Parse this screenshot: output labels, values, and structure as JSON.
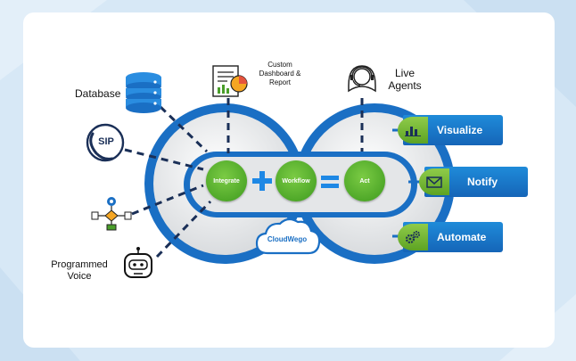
{
  "diagram": {
    "inputs": {
      "database": "Database",
      "dashboard": "Custom\nDashboard &\nReport",
      "sip": "SIP",
      "programmed_voice": "Programmed\nVoice",
      "live_agents": "Live\nAgents"
    },
    "process": {
      "integrate": "Integrate",
      "plus": "+",
      "workflow": "Workflow",
      "equals": "=",
      "act": "Act"
    },
    "brand": "CloudWego",
    "outputs": {
      "visualize": "Visualize",
      "notify": "Notify",
      "automate": "Automate"
    }
  },
  "colors": {
    "background": "#d7e8f6",
    "ring_blue": "#1a6fc4",
    "dash_navy": "#1a2f57",
    "node_green": "#4aa52a",
    "tab_blue": "#1a73c8",
    "tab_green": "#7cc242"
  },
  "icons": [
    "database-icon",
    "dashboard-report-icon",
    "sip-phone-icon",
    "flowchart-icon",
    "robot-icon",
    "headset-agent-icon",
    "cloud-icon",
    "bar-chart-icon",
    "envelope-icon",
    "gears-icon"
  ]
}
